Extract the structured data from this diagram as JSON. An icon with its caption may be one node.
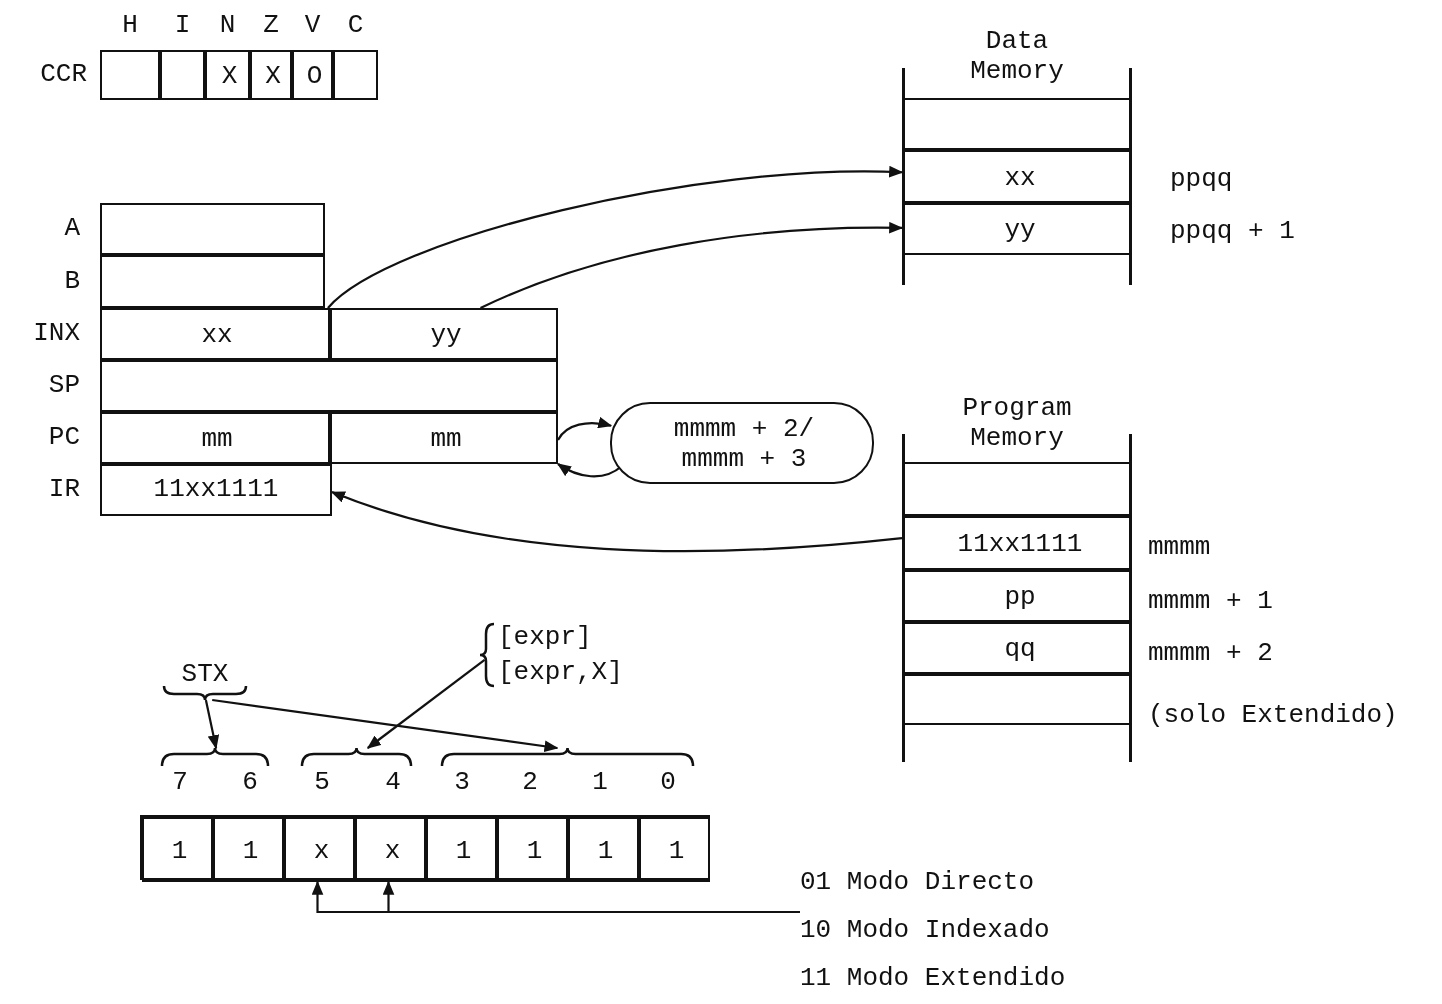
{
  "diagram": {
    "nodes": [
      {
        "text": [
          "CCR"
        ]
      },
      {
        "text": [],
        "shape": "box",
        "in": 0
      },
      {
        "text": [],
        "shape": "box",
        "in": 0
      },
      {
        "text": [
          "X"
        ],
        "in": 0
      },
      {
        "text": [
          "X"
        ],
        "in": 0
      },
      {
        "text": [
          "O"
        ],
        "in": 0
      },
      {
        "text": [],
        "shape": "box",
        "in": 0
      },
      {
        "text": [
          "A"
        ]
      },
      {
        "text": [
          "B"
        ]
      },
      {
        "text": [
          "INX"
        ]
      },
      {
        "text": [
          "xx"
        ],
        "in": 9
      },
      {
        "text": [
          "yy"
        ],
        "in": 9
      },
      {
        "text": [
          "SP"
        ]
      },
      {
        "text": [
          "PC"
        ]
      },
      {
        "text": [
          "mm"
        ],
        "in": 13
      },
      {
        "text": [
          "mm"
        ],
        "in": 13
      },
      {
        "text": [
          "IR",
          "11xx1111"
        ]
      },
      {
        "text": [
          "mmmm + 2/ mmmm + 3"
        ]
      },
      {
        "text": [
          "Data Memory"
        ]
      },
      {
        "text": [],
        "shape": "box",
        "in": 18
      },
      {
        "text": [
          "xx"
        ],
        "in": 18,
        "beside": [
          "ppqq"
        ]
      },
      {
        "text": [
          "yy"
        ],
        "in": 18,
        "beside": [
          "ppqq + 1"
        ]
      },
      {
        "text": [
          "Program Memory"
        ]
      },
      {
        "text": [],
        "shape": "box",
        "in": 22
      },
      {
        "text": [
          "11xx1111"
        ],
        "in": 22,
        "beside": [
          "mmmm"
        ]
      },
      {
        "text": [
          "pp"
        ],
        "in": 22,
        "beside": [
          "mmmm + 1"
        ]
      },
      {
        "text": [
          "qq"
        ],
        "in": 22,
        "beside": [
          "mmmm + 2"
        ]
      },
      {
        "text": [],
        "shape": "box",
        "in": 22,
        "beside": [
          "(solo Extendido)"
        ]
      },
      {
        "text": [
          "STX"
        ]
      },
      {
        "text": [
          "[expr]",
          "[expr,X]"
        ]
      },
      {
        "text": [
          "7",
          "6"
        ]
      },
      {
        "text": [
          "5",
          "4"
        ]
      },
      {
        "text": [
          "3",
          "2",
          "1",
          "0"
        ]
      },
      {
        "text": [],
        "shape": "box"
      },
      {
        "text": [
          "1"
        ],
        "in": 33
      },
      {
        "text": [
          "1"
        ],
        "in": 33
      },
      {
        "text": [
          "x"
        ],
        "in": 33
      },
      {
        "text": [
          "x"
        ],
        "in": 33
      },
      {
        "text": [
          "1"
        ],
        "in": 33
      },
      {
        "text": [
          "1"
        ],
        "in": 33
      },
      {
        "text": [
          "1"
        ],
        "in": 33
      },
      {
        "text": [
          "1"
        ],
        "in": 33
      },
      {
        "text": [
          "01 Modo Directo",
          "10 Modo Indexado",
          "11 Modo Extendido"
        ]
      }
    ],
    "edges": [
      {
        "from": 10,
        "to": 20,
        "arrow": "to"
      },
      {
        "from": 11,
        "to": 21,
        "arrow": "to"
      },
      {
        "from": 13,
        "to": 17,
        "arrow": "to"
      },
      {
        "from": 17,
        "to": 13,
        "arrow": "to"
      },
      {
        "from": 24,
        "to": 16,
        "arrow": "to"
      },
      {
        "from": 28,
        "to": 30,
        "arrow": "to"
      },
      {
        "from": 28,
        "to": 32,
        "arrow": "to"
      },
      {
        "from": 29,
        "to": 31,
        "arrow": "to"
      },
      {
        "from": 42,
        "to": 36,
        "arrow": "to"
      },
      {
        "from": 42,
        "to": 37,
        "arrow": "to"
      }
    ],
    "labels": [
      "H",
      "I",
      "N",
      "Z",
      "V",
      "C"
    ]
  }
}
